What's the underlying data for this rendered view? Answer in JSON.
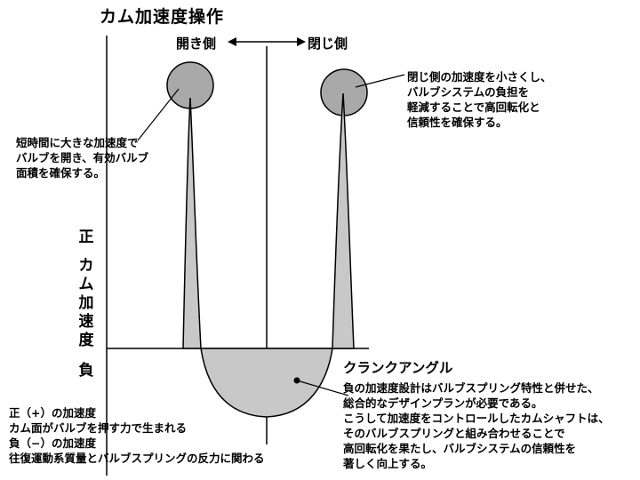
{
  "title": "カム加速度操作",
  "labels": {
    "opening_side": "開き側",
    "closing_side": "閉じ側",
    "crank_angle": "クランクアングル",
    "positive": "正",
    "negative": "負",
    "axis_vertical": [
      "カ",
      "ム",
      "加",
      "速",
      "度"
    ]
  },
  "notes": {
    "closing_note": [
      "閉じ側の加速度を小さくし、",
      "バルブシステムの負担を",
      "軽減することで高回転化と",
      "信頼性を確保する。"
    ],
    "opening_note": [
      "短時間に大きな加速度で",
      "バルブを開き、有効バルブ",
      "面積を確保する。"
    ],
    "negative_note": [
      "負の加速度設計はバルブスプリング特性と併せた、",
      "総合的なデザインプランが必要である。",
      "こうして加速度をコントロールしたカムシャフトは、",
      "そのバルブスプリングと組み合わせることで",
      "高回転化を果たし、バルブシステムの信頼性を",
      "著しく向上する。"
    ]
  },
  "legend": {
    "positive_title": "正（+）の加速度",
    "positive_desc": "カム面がバルブを押す力で生まれる",
    "negative_title": "負（−）の加速度",
    "negative_desc": "往復運動系質量とバルブスプリングの反力に関わる"
  },
  "colors": {
    "fill": "#c8c8c8",
    "circle": "#a9a9a9",
    "stroke": "#000000"
  }
}
